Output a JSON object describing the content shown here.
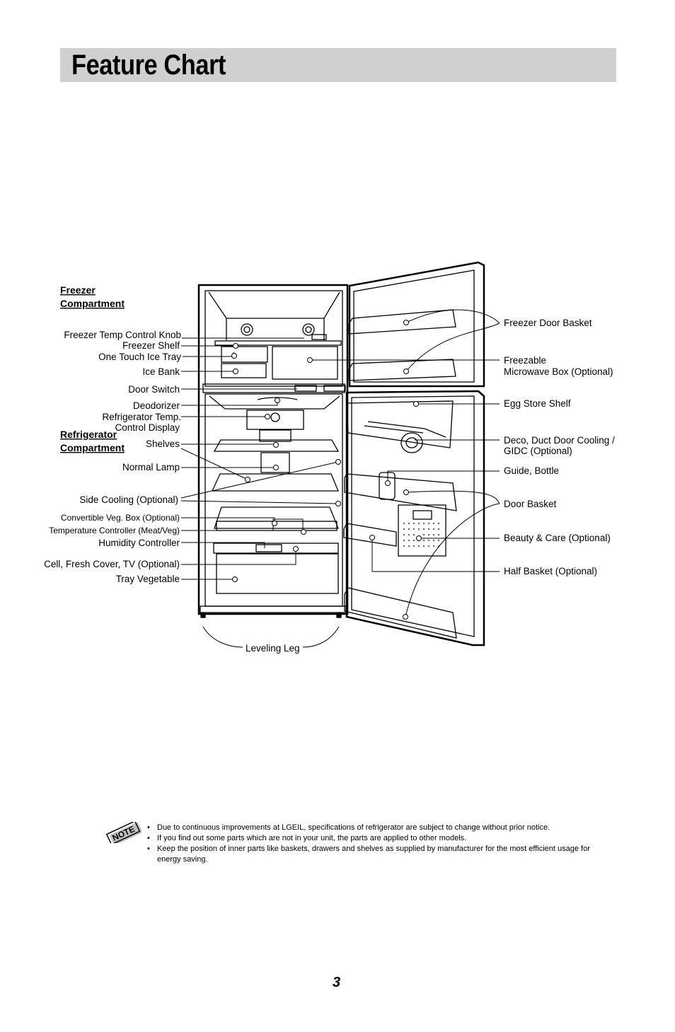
{
  "title": "Feature Chart",
  "sections": {
    "freezer_line1": "Freezer",
    "freezer_line2": "Compartment",
    "refrigerator_line1": "Refrigerator",
    "refrigerator_line2": "Compartment"
  },
  "left_labels": {
    "freezer_temp_control_knob": "Freezer Temp Control Knob",
    "freezer_shelf": "Freezer Shelf",
    "one_touch_ice_tray": "One Touch Ice Tray",
    "ice_bank": "Ice Bank",
    "door_switch": "Door Switch",
    "deodorizer": "Deodorizer",
    "refrigerator_temp_1": "Refrigerator Temp.",
    "refrigerator_temp_2": "Control Display",
    "shelves": "Shelves",
    "normal_lamp": "Normal Lamp",
    "side_cooling": "Side Cooling (Optional)",
    "convertible_veg_box": "Convertible Veg. Box (Optional)",
    "temperature_controller": "Temperature Controller (Meat/Veg)",
    "humidity_controller": "Humidity Controller",
    "cell_fresh_cover": "Cell, Fresh Cover, TV  (Optional)",
    "tray_vegetable": "Tray Vegetable"
  },
  "right_labels": {
    "freezer_door_basket": "Freezer Door Basket",
    "freezable_1": "Freezable",
    "freezable_2": "Microwave Box (Optional)",
    "egg_store_shelf": "Egg Store Shelf",
    "deco_1": "Deco, Duct Door Cooling /",
    "deco_2": "GIDC (Optional)",
    "guide_bottle": "Guide, Bottle",
    "door_basket": "Door Basket",
    "beauty_care": "Beauty & Care (Optional)",
    "half_basket": "Half Basket (Optional)"
  },
  "bottom_label": "Leveling Leg",
  "note_badge": "NOTE",
  "notes": [
    "Due to continuous improvements at LGEIL, specifications of refrigerator are subject to change without prior notice.",
    "If you find out some parts which are not in your unit, the parts are applied to other models.",
    "Keep the position of inner parts like baskets, drawers and shelves as supplied by manufacturer for the most efficient usage for energy saving."
  ],
  "page_number": "3"
}
